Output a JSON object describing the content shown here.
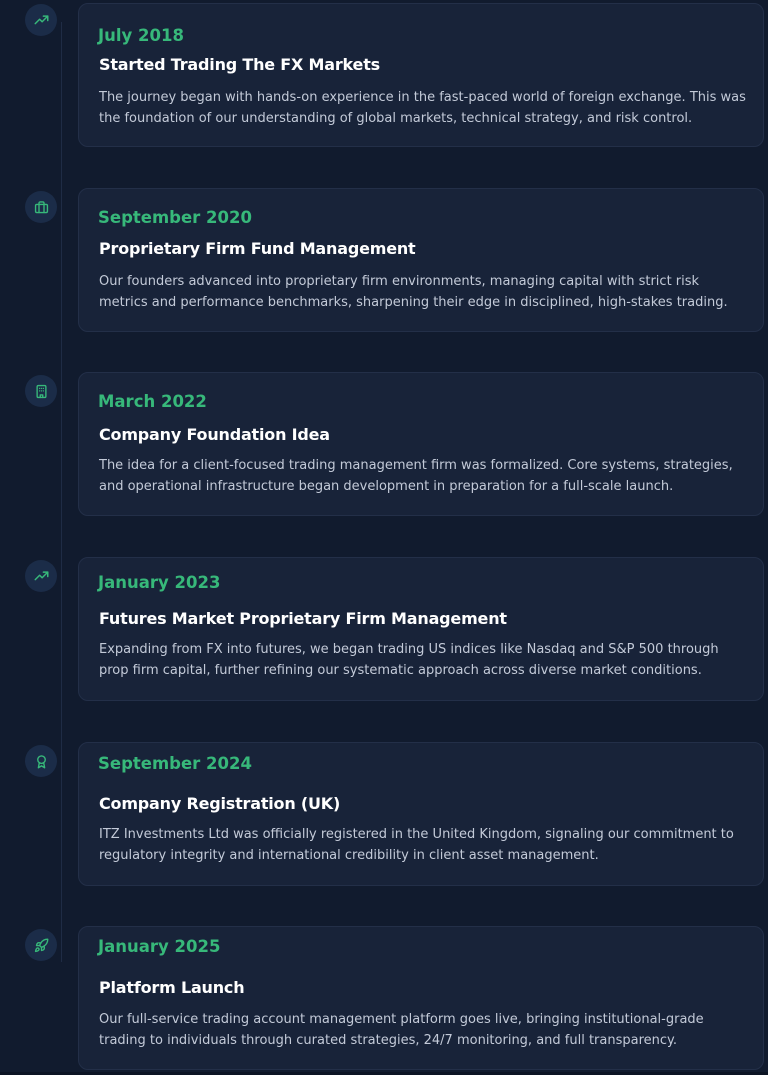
{
  "timeline": {
    "entries": [
      {
        "icon": "trending-up-icon",
        "date": "July 2018",
        "title": "Started Trading The FX Markets",
        "description": "The journey began with hands-on experience in the fast-paced world of foreign exchange. This was the foundation of our understanding of global markets, technical strategy, and risk control."
      },
      {
        "icon": "briefcase-icon",
        "date": "September 2020",
        "title": "Proprietary Firm Fund Management",
        "description": "Our founders advanced into proprietary firm environments, managing capital with strict risk metrics and performance benchmarks, sharpening their edge in disciplined, high-stakes trading."
      },
      {
        "icon": "building-icon",
        "date": "March 2022",
        "title": "Company Foundation Idea",
        "description": "The idea for a client-focused trading management firm was formalized. Core systems, strategies, and operational infrastructure began development in preparation for a full-scale launch."
      },
      {
        "icon": "trending-up-icon",
        "date": "January 2023",
        "title": "Futures Market Proprietary Firm Management",
        "description": "Expanding from FX into futures, we began trading US indices like Nasdaq and S&P 500 through prop firm capital, further refining our systematic approach across diverse market conditions."
      },
      {
        "icon": "award-icon",
        "date": "September 2024",
        "title": "Company Registration (UK)",
        "description": "ITZ Investments Ltd was officially registered in the United Kingdom, signaling our commitment to regulatory integrity and international credibility in client asset management."
      },
      {
        "icon": "rocket-icon",
        "date": "January 2025",
        "title": "Platform Launch",
        "description": "Our full-service trading account management platform goes live, bringing institutional-grade trading to individuals through curated strategies, 24/7 monitoring, and full transparency."
      }
    ]
  },
  "colors": {
    "background": "#111b2e",
    "card": "#182339",
    "accent": "#37b87a",
    "text": "#ffffff",
    "muted": "#c3cad8"
  }
}
